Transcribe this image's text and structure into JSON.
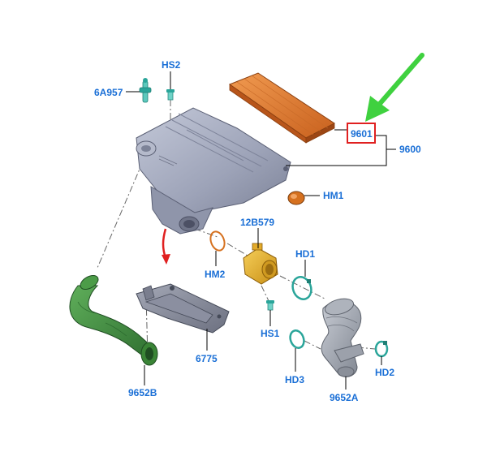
{
  "labels": {
    "hs2": "HS2",
    "p6a957": "6A957",
    "p9601": "9601",
    "p9600": "9600",
    "hm1": "HM1",
    "p12b579": "12B579",
    "hm2": "HM2",
    "hd1": "HD1",
    "hs1": "HS1",
    "p6775": "6775",
    "hd3": "HD3",
    "hd2": "HD2",
    "p9652b": "9652B",
    "p9652a": "9652A"
  },
  "colors": {
    "label": "#1a6fd6",
    "highlight_box": "#e02020",
    "green_arrow": "#3fd13f",
    "red_arrow": "#e02020",
    "housing": "#a9afc4",
    "filter": "#e07a2c",
    "hose_green": "#3c8a3c",
    "duct_grey": "#9aa0aa",
    "clamp_teal": "#2aa59a",
    "sensor_yellow": "#e6b12a"
  }
}
